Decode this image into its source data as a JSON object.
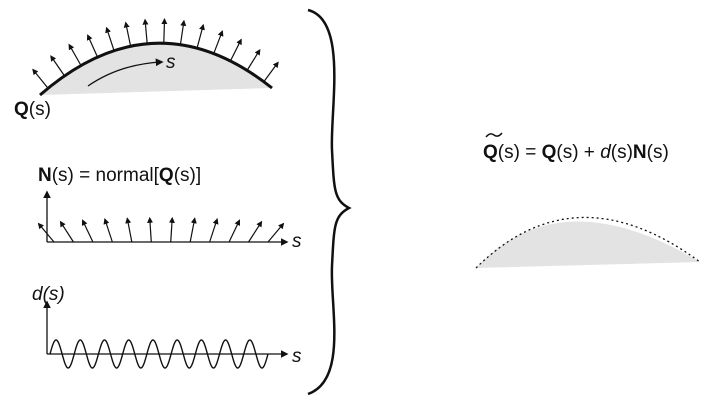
{
  "curve_panel": {
    "param": "s",
    "label": {
      "bold": "Q",
      "rest": "(s)"
    }
  },
  "normal_panel": {
    "axis_label": "s",
    "equation": {
      "lhs_bold": "N",
      "lhs_rest": "(s) = normal[",
      "arg_bold": "Q",
      "arg_rest": "(s)]"
    }
  },
  "displacement_panel": {
    "axis_label": "s",
    "label": "d(s)"
  },
  "result": {
    "equation": {
      "q_tilde": "Q",
      "p1": "(s) = ",
      "q": "Q",
      "p2": "(s) + ",
      "d": "d",
      "p3": "(s)",
      "n": "N",
      "p4": "(s)"
    }
  },
  "colors": {
    "fill": "#e3e3e3",
    "stroke": "#111111"
  }
}
